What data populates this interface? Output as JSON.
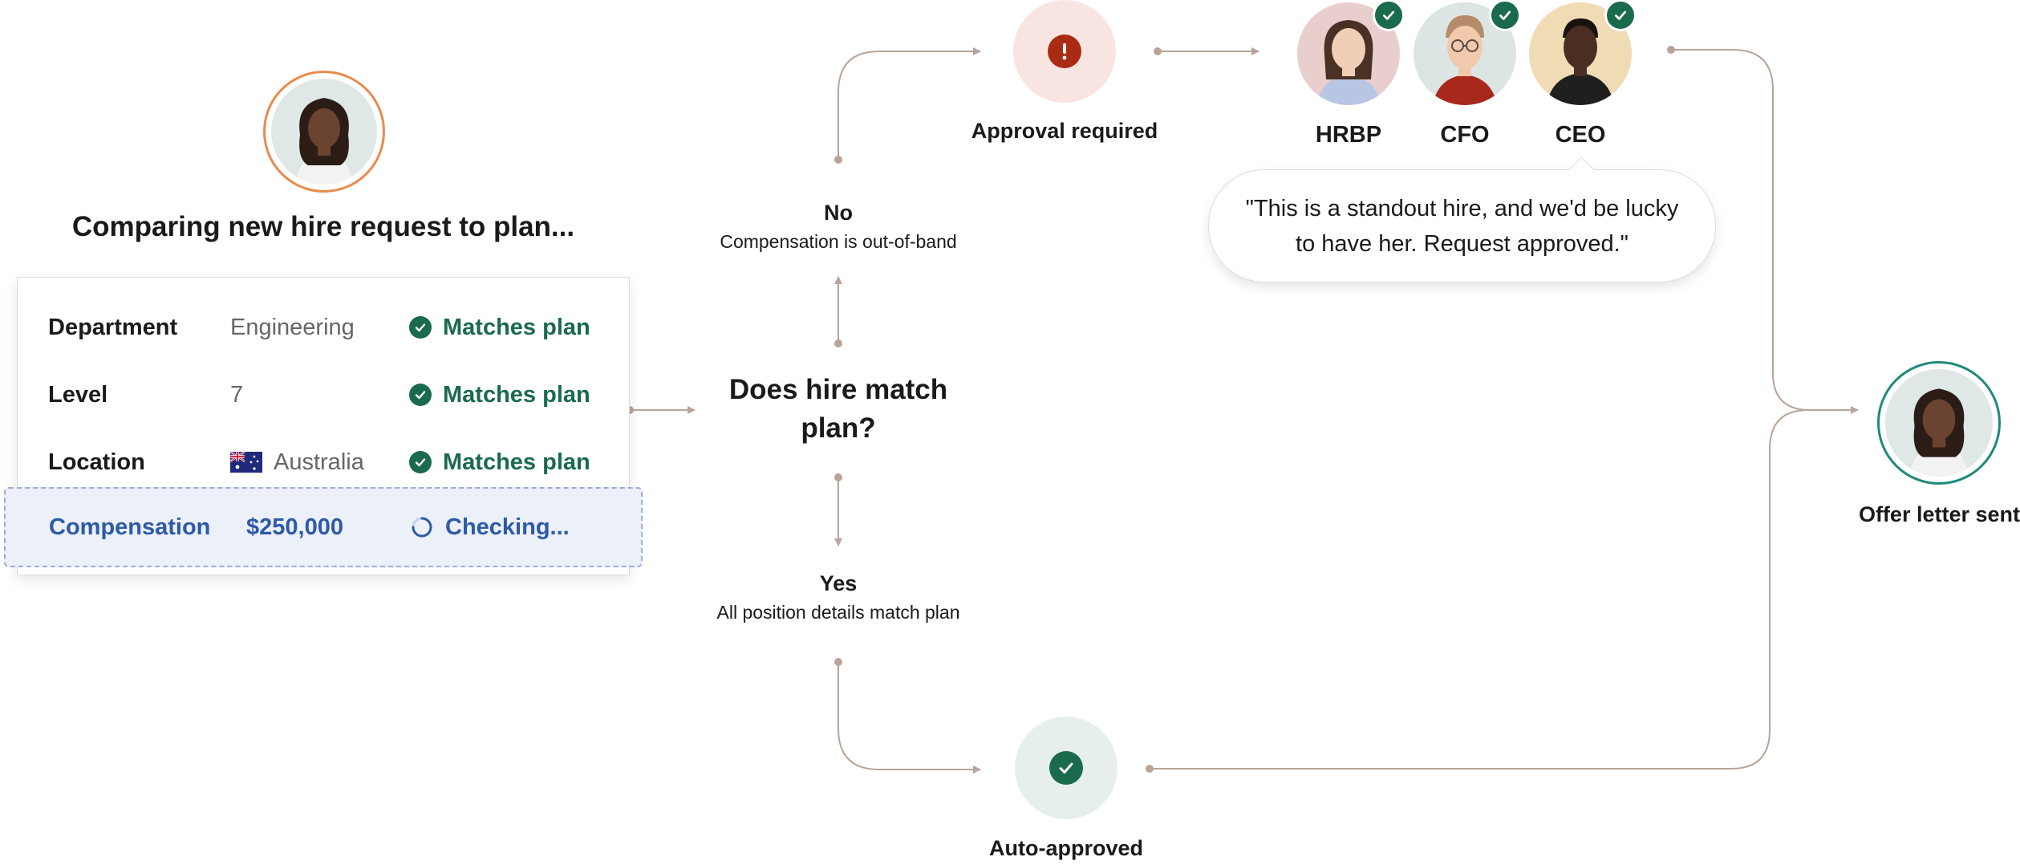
{
  "requester": {
    "heading": "Comparing new hire request to plan..."
  },
  "checks": {
    "rows": [
      {
        "label": "Department",
        "value": "Engineering",
        "status": "Matches plan"
      },
      {
        "label": "Level",
        "value": "7",
        "status": "Matches plan"
      },
      {
        "label": "Location",
        "value": "Australia",
        "status": "Matches plan"
      }
    ],
    "active": {
      "label": "Compensation",
      "value": "$250,000",
      "status": "Checking..."
    }
  },
  "decision": {
    "line1": "Does hire match",
    "line2": "plan?",
    "no": {
      "title": "No",
      "subtitle": "Compensation is out-of-band"
    },
    "yes": {
      "title": "Yes",
      "subtitle": "All position details match plan"
    }
  },
  "approval": {
    "label": "Approval required",
    "approvers": [
      "HRBP",
      "CFO",
      "CEO"
    ],
    "quote": "\"This is a standout hire, and we'd be lucky to have her. Request approved.\""
  },
  "auto": {
    "label": "Auto-approved"
  },
  "result": {
    "label": "Offer letter sent"
  },
  "colors": {
    "line": "#b8a49a",
    "success": "#1a6a4c",
    "checking": "#2d5aa8",
    "alert": "#a92b14",
    "alert_bg": "#f8e5e1",
    "success_bg": "#e7efed",
    "requester_ring": "#e98a4d",
    "result_ring": "#1f8a7a"
  }
}
